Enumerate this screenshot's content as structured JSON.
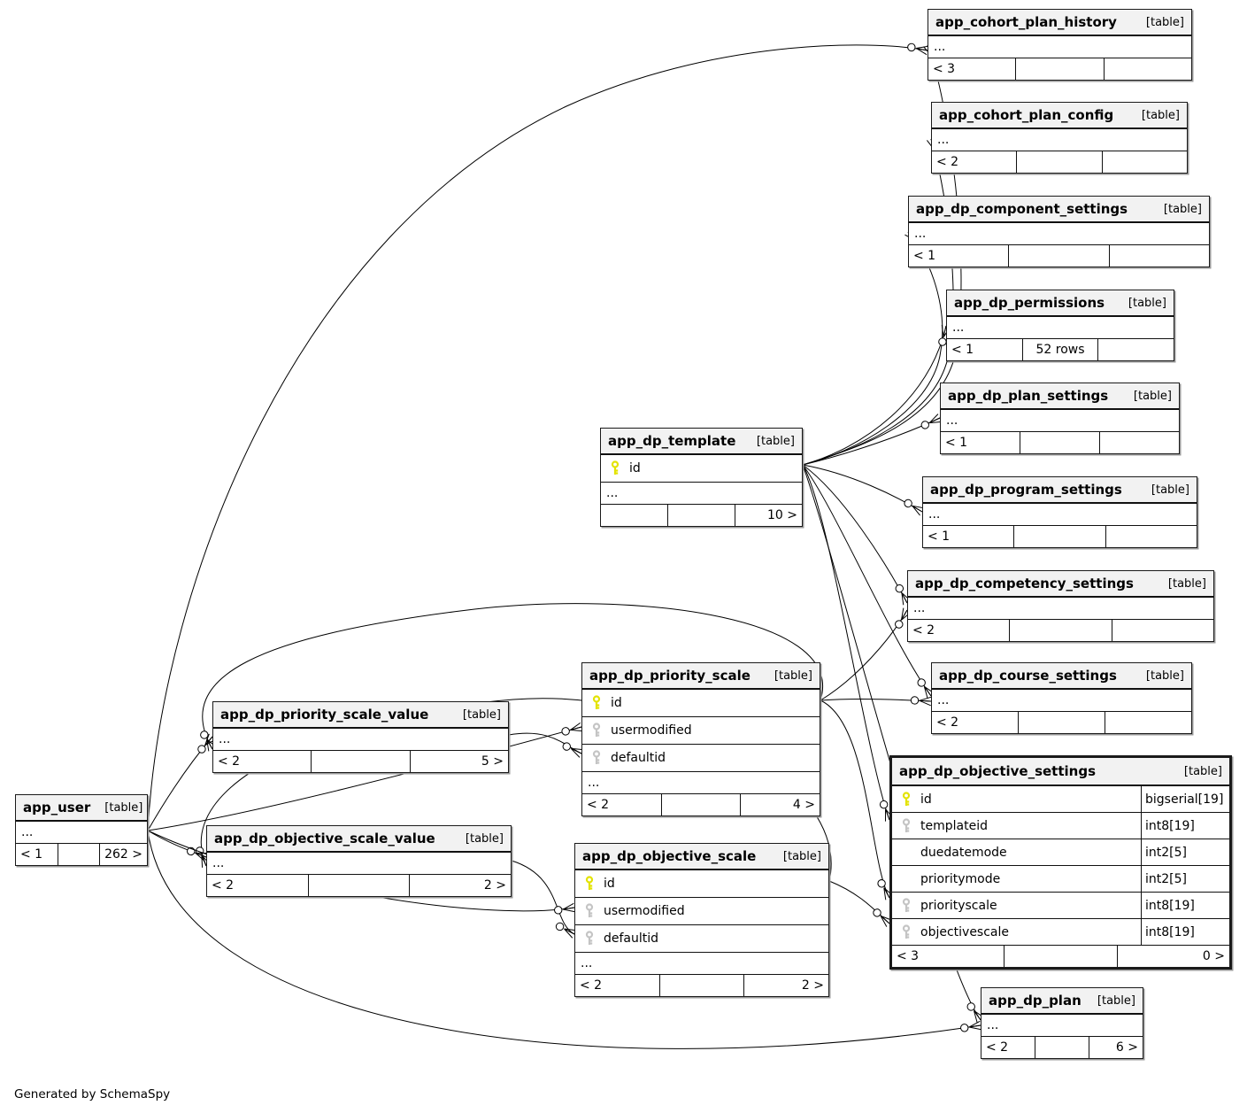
{
  "note": "Generated by SchemaSpy",
  "colors": {
    "pk_key": "#e3e300",
    "fk_key": "#c4c4c4",
    "header_bg": "#f2f2f2",
    "border": "#1a1a1a"
  },
  "tables": {
    "app_cohort_plan_history": {
      "title": "app_cohort_plan_history",
      "tag": "[table]",
      "columns": [],
      "more": "...",
      "footer": [
        "< 3",
        "",
        ""
      ]
    },
    "app_cohort_plan_config": {
      "title": "app_cohort_plan_config",
      "tag": "[table]",
      "columns": [],
      "more": "...",
      "footer": [
        "< 2",
        "",
        ""
      ]
    },
    "app_dp_component_settings": {
      "title": "app_dp_component_settings",
      "tag": "[table]",
      "columns": [],
      "more": "...",
      "footer": [
        "< 1",
        "",
        ""
      ]
    },
    "app_dp_permissions": {
      "title": "app_dp_permissions",
      "tag": "[table]",
      "columns": [],
      "more": "...",
      "footer": [
        "< 1",
        "52 rows",
        ""
      ]
    },
    "app_dp_plan_settings": {
      "title": "app_dp_plan_settings",
      "tag": "[table]",
      "columns": [],
      "more": "...",
      "footer": [
        "< 1",
        "",
        ""
      ]
    },
    "app_dp_program_settings": {
      "title": "app_dp_program_settings",
      "tag": "[table]",
      "columns": [],
      "more": "...",
      "footer": [
        "< 1",
        "",
        ""
      ]
    },
    "app_dp_competency_settings": {
      "title": "app_dp_competency_settings",
      "tag": "[table]",
      "columns": [],
      "more": "...",
      "footer": [
        "< 2",
        "",
        ""
      ]
    },
    "app_dp_course_settings": {
      "title": "app_dp_course_settings",
      "tag": "[table]",
      "columns": [],
      "more": "...",
      "footer": [
        "< 2",
        "",
        ""
      ]
    },
    "app_dp_template": {
      "title": "app_dp_template",
      "tag": "[table]",
      "columns": [
        {
          "key": "pk",
          "name": "id"
        }
      ],
      "more": "...",
      "footer": [
        "",
        "",
        "10 >"
      ]
    },
    "app_dp_priority_scale": {
      "title": "app_dp_priority_scale",
      "tag": "[table]",
      "columns": [
        {
          "key": "pk",
          "name": "id"
        },
        {
          "key": "fk",
          "name": "usermodified"
        },
        {
          "key": "fk",
          "name": "defaultid"
        }
      ],
      "more": "...",
      "footer": [
        "< 2",
        "",
        "4 >"
      ]
    },
    "app_dp_priority_scale_value": {
      "title": "app_dp_priority_scale_value",
      "tag": "[table]",
      "columns": [],
      "more": "...",
      "footer": [
        "< 2",
        "",
        "5 >"
      ]
    },
    "app_user": {
      "title": "app_user",
      "tag": "[table]",
      "columns": [],
      "more": "...",
      "footer": [
        "< 1",
        "",
        "262 >"
      ]
    },
    "app_dp_objective_scale_value": {
      "title": "app_dp_objective_scale_value",
      "tag": "[table]",
      "columns": [],
      "more": "...",
      "footer": [
        "< 2",
        "",
        "2 >"
      ]
    },
    "app_dp_objective_scale": {
      "title": "app_dp_objective_scale",
      "tag": "[table]",
      "columns": [
        {
          "key": "pk",
          "name": "id"
        },
        {
          "key": "fk",
          "name": "usermodified"
        },
        {
          "key": "fk",
          "name": "defaultid"
        }
      ],
      "more": "...",
      "footer": [
        "< 2",
        "",
        "2 >"
      ]
    },
    "app_dp_objective_settings": {
      "title": "app_dp_objective_settings",
      "tag": "[table]",
      "columns": [
        {
          "key": "pk",
          "name": "id",
          "type": "bigserial[19]"
        },
        {
          "key": "fk",
          "name": "templateid",
          "type": "int8[19]"
        },
        {
          "key": "",
          "name": "duedatemode",
          "type": "int2[5]"
        },
        {
          "key": "",
          "name": "prioritymode",
          "type": "int2[5]"
        },
        {
          "key": "fk",
          "name": "priorityscale",
          "type": "int8[19]"
        },
        {
          "key": "fk",
          "name": "objectivescale",
          "type": "int8[19]"
        }
      ],
      "more": null,
      "footer": [
        "< 3",
        "",
        "0 >"
      ]
    },
    "app_dp_plan": {
      "title": "app_dp_plan",
      "tag": "[table]",
      "columns": [],
      "more": "...",
      "footer": [
        "< 2",
        "",
        "6 >"
      ]
    }
  }
}
